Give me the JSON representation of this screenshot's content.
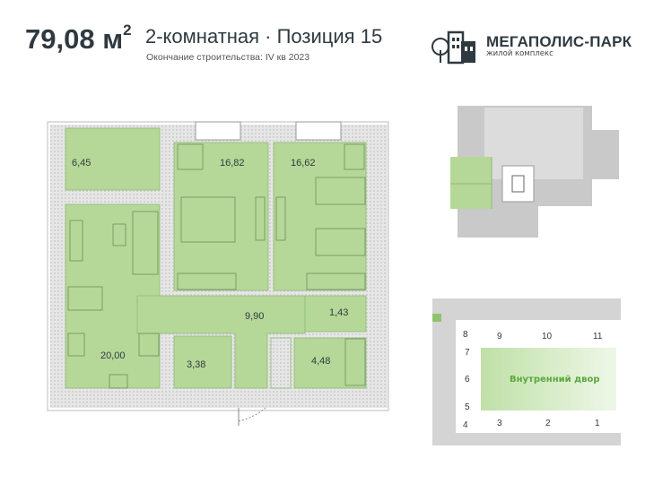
{
  "header": {
    "area": "79,08 м",
    "area_sup": "2",
    "title": "2-комнатная · Позиция 15",
    "subtitle": "Окончание строительства: IV кв 2023"
  },
  "logo": {
    "name": "МЕГАПОЛИС-ПАРК",
    "tagline": "жилой комплекс",
    "icon": "buildings-tree-icon"
  },
  "rooms": [
    {
      "name": "balcony",
      "area": "6,45"
    },
    {
      "name": "bedroom-1",
      "area": "16,82"
    },
    {
      "name": "bedroom-2",
      "area": "16,62"
    },
    {
      "name": "hallway",
      "area": "9,90"
    },
    {
      "name": "toilet",
      "area": "1,43"
    },
    {
      "name": "living-kitchen",
      "area": "20,00"
    },
    {
      "name": "closet",
      "area": "3,38"
    },
    {
      "name": "bathroom",
      "area": "4,48"
    }
  ],
  "site_plan": {
    "courtyard": "Внутренний двор",
    "sections": [
      "1",
      "2",
      "3",
      "4",
      "5",
      "6",
      "7",
      "8",
      "9",
      "10",
      "11"
    ]
  },
  "colors": {
    "room": "#b5d898",
    "wall": "#d9d9d9",
    "text": "#2f3a40",
    "courtyard": "#cfe8bd",
    "courtyard_text": "#5aa83c"
  }
}
